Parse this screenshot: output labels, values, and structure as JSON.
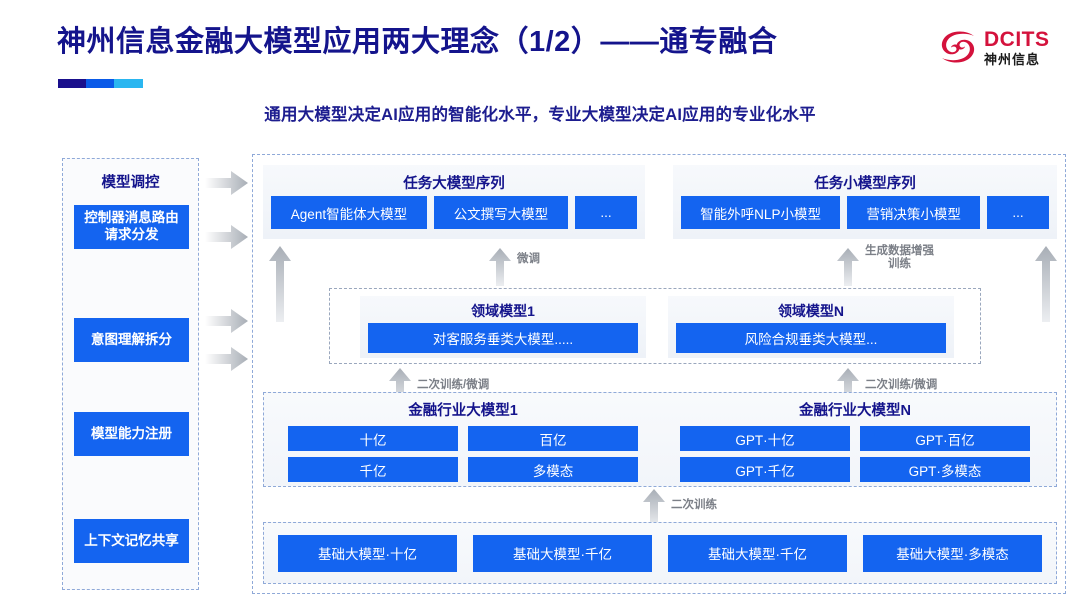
{
  "header": {
    "title": "神州信息金融大模型应用两大理念（1/2）——通专融合",
    "subtitle": "通用大模型决定AI应用的智能化水平，专业大模型决定AI应用的专业化水平",
    "logo_en": "DCITS",
    "logo_cn": "神州信息",
    "accent_colors": [
      "#1a0f8c",
      "#0a5ae8",
      "#2ab6f0"
    ],
    "title_color": "#14148c",
    "subtitle_color": "#1d1d8f",
    "brand_red": "#d4123c"
  },
  "theme": {
    "chip_blue": "#1464f0",
    "panel_border": "#8fa9d8",
    "arrow_gray": "#b7bcc4"
  },
  "control_column": {
    "title": "模型调控",
    "items": [
      {
        "label": "控制器消息路由请求分发"
      },
      {
        "label": "意图理解拆分"
      },
      {
        "label": "模型能力注册"
      },
      {
        "label": "上下文记忆共享"
      }
    ]
  },
  "task_sequences": [
    {
      "title": "任务大模型序列",
      "chips": [
        "Agent智能体大模型",
        "公文撰写大模型",
        "..."
      ]
    },
    {
      "title": "任务小模型序列",
      "chips": [
        "智能外呼NLP小模型",
        "营销决策小模型",
        "..."
      ]
    }
  ],
  "domain_models": [
    {
      "title": "领域模型1",
      "chip": "对客服务垂类大模型....."
    },
    {
      "title": "领域模型N",
      "chip": "风险合规垂类大模型..."
    }
  ],
  "industry_models": [
    {
      "title": "金融行业大模型1",
      "cells": [
        "十亿",
        "百亿",
        "千亿",
        "多模态"
      ]
    },
    {
      "title": "金融行业大模型N",
      "cells": [
        "GPT·十亿",
        "GPT·百亿",
        "GPT·千亿",
        "GPT·多模态"
      ]
    }
  ],
  "base_models": [
    "基础大模型·十亿",
    "基础大模型·千亿",
    "基础大模型·千亿",
    "基础大模型·多模态"
  ],
  "flow_labels": {
    "fine_tune": "微调",
    "data_aug": "生成数据增强\n训练",
    "retrain_finetune_left": "二次训练/微调",
    "retrain_finetune_right": "二次训练/微调",
    "retrain": "二次训练"
  }
}
